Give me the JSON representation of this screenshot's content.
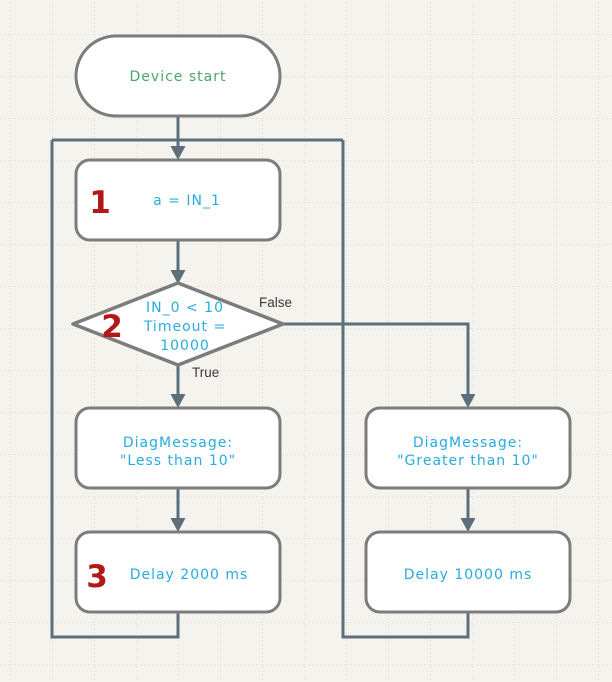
{
  "diagram": {
    "nodes": {
      "start": {
        "label": "Device start"
      },
      "assign": {
        "number": "1",
        "code": "a = IN_1"
      },
      "decision": {
        "number": "2",
        "lines": [
          "IN_0 < 10",
          "Timeout =",
          "10000"
        ]
      },
      "diag_less": {
        "lines": [
          "DiagMessage:",
          "\"Less than 10\""
        ]
      },
      "delay_short": {
        "number": "3",
        "code": "Delay 2000 ms"
      },
      "diag_greater": {
        "lines": [
          "DiagMessage:",
          "\"Greater than 10\""
        ]
      },
      "delay_long": {
        "code": "Delay 10000 ms"
      }
    },
    "branches": {
      "true_label": "True",
      "false_label": "False"
    },
    "colors": {
      "background": "#f4f3ee",
      "grid_line": "#d9d9d3",
      "shape_border": "#7c7c7c",
      "shape_fill": "#ffffff",
      "connector": "#5d6f7b",
      "code_text": "#29abe2",
      "start_text": "#4da667",
      "step_number": "#b11818",
      "branch_label": "#3a3a3a"
    }
  }
}
